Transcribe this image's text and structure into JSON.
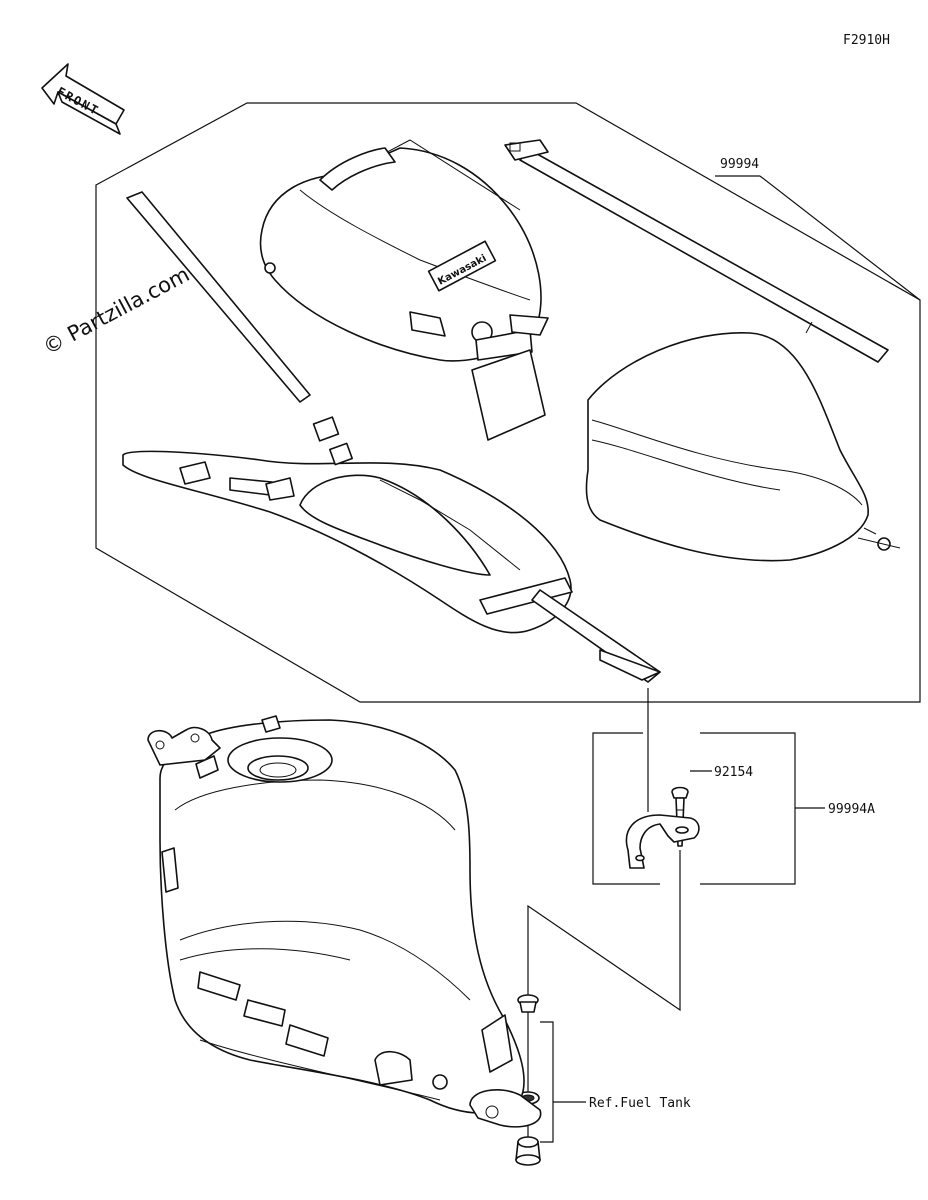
{
  "figure_code": "F2910H",
  "front_arrow_label": "FRONT",
  "watermark": "© Partzilla.com",
  "brand_on_bag": "Kawasaki",
  "callouts": {
    "tank_bag_kit": "99994",
    "bolt": "92154",
    "bracket_kit": "99994A",
    "fuel_tank_ref": "Ref.Fuel Tank"
  }
}
